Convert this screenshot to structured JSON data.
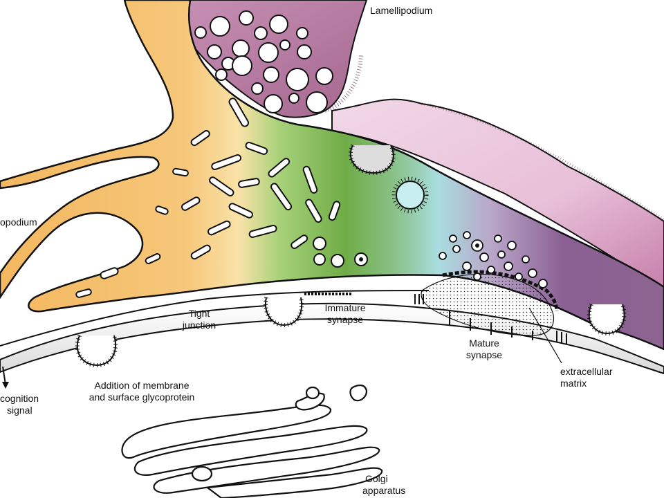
{
  "labels": {
    "lamellipodium": "Lamellipodium",
    "filopodium": "opodium",
    "tight_junction": [
      "Tight",
      "junction"
    ],
    "immature_synapse": [
      "Immature",
      "synapse"
    ],
    "mature_synapse": [
      "Mature",
      "synapse"
    ],
    "extracellular_matrix": [
      "extracellular",
      "matrix"
    ],
    "addition_membrane": [
      "Addition of membrane",
      "and surface glycoprotein"
    ],
    "recognition_signal": [
      "cognition",
      "signal"
    ],
    "golgi_apparatus": [
      "Golgi",
      "apparatus"
    ]
  },
  "colors": {
    "orange": "#f3b75f",
    "cream": "#f9e2a8",
    "green": "#6fac46",
    "light_green": "#a8d27a",
    "cyan": "#a9dde0",
    "purple": "#8a5f93",
    "pink_light": "#ecc9de",
    "pink_dark": "#b8749f",
    "outline": "#111111"
  }
}
